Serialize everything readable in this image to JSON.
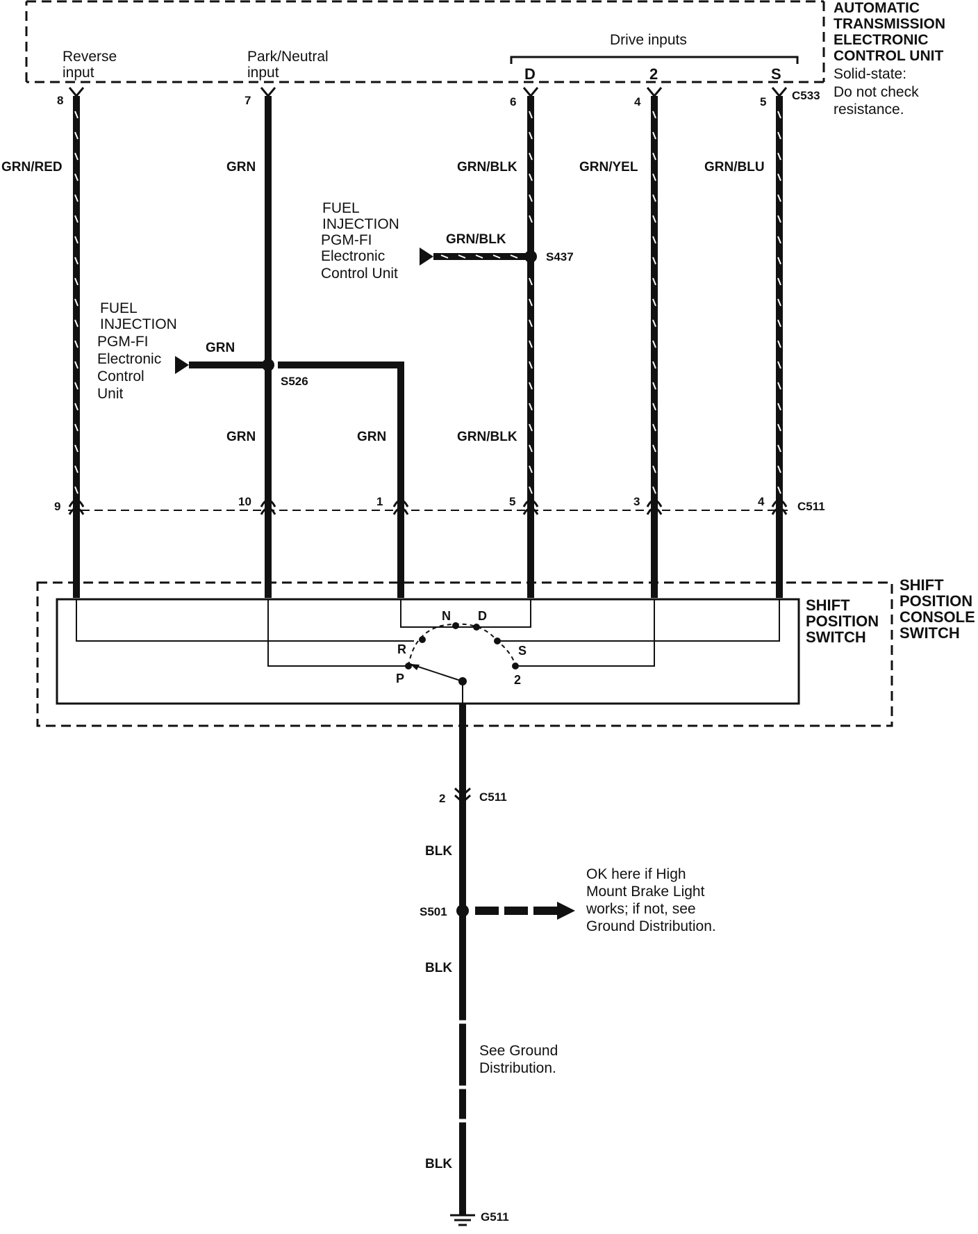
{
  "ecu": {
    "title_lines": [
      "AUTOMATIC",
      "TRANSMISSION",
      "ELECTRONIC",
      "CONTROL UNIT"
    ],
    "note_lines": [
      "Solid-state:",
      "Do not check",
      "resistance."
    ],
    "connector": "C533",
    "inputs": {
      "reverse": [
        "Reverse",
        "input"
      ],
      "park_neutral": [
        "Park/Neutral",
        "input"
      ],
      "drive_title": "Drive inputs",
      "drive_labels": [
        "D",
        "2",
        "S"
      ]
    }
  },
  "wires": {
    "w1": {
      "top_pin": "8",
      "bottom_pin": "9",
      "color": "GRN/RED"
    },
    "w2": {
      "top_pin": "7",
      "bottom_pin": "10",
      "color_upper": "GRN",
      "color_lower": "GRN"
    },
    "w3": {
      "bottom_pin": "1",
      "color": "GRN"
    },
    "w4": {
      "top_pin": "6",
      "bottom_pin": "5",
      "color_upper": "GRN/BLK",
      "color_lower": "GRN/BLK"
    },
    "w5": {
      "top_pin": "4",
      "bottom_pin": "3",
      "color": "GRN/YEL"
    },
    "w6": {
      "top_pin": "5",
      "bottom_pin": "4",
      "color": "GRN/BLU"
    }
  },
  "splices": {
    "s526": {
      "name": "S526",
      "branch_color": "GRN",
      "dest_lines": [
        "FUEL",
        "INJECTION",
        "PGM-FI",
        "Electronic",
        "Control",
        "Unit"
      ]
    },
    "s437": {
      "name": "S437",
      "branch_color": "GRN/BLK",
      "dest_lines": [
        "FUEL",
        "INJECTION",
        "PGM-FI",
        "Electronic",
        "Control Unit"
      ]
    }
  },
  "c511": {
    "name": "C511",
    "ground_pin": "2"
  },
  "switch": {
    "inner_label": [
      "SHIFT",
      "POSITION",
      "SWITCH"
    ],
    "outer_label": [
      "SHIFT",
      "POSITION",
      "CONSOLE",
      "SWITCH"
    ],
    "positions": [
      "N",
      "D",
      "R",
      "S",
      "P",
      "2"
    ]
  },
  "ground": {
    "wire_color": "BLK",
    "s501": {
      "name": "S501",
      "note_lines": [
        "OK here if High",
        "Mount Brake Light",
        "works; if not, see",
        "Ground Distribution."
      ]
    },
    "see_lines": [
      "See Ground",
      "Distribution."
    ],
    "g511": "G511"
  }
}
